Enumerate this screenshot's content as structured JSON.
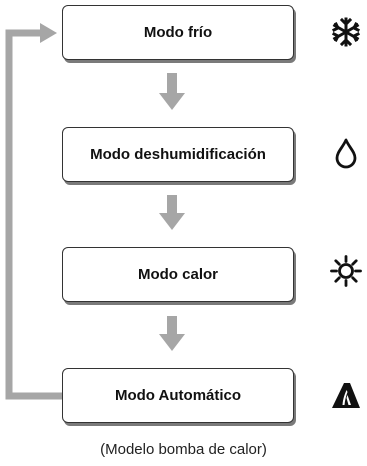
{
  "modes": [
    {
      "label": "Modo frío",
      "icon": "snowflake-icon"
    },
    {
      "label": "Modo deshumidificación",
      "icon": "water-drop-icon"
    },
    {
      "label": "Modo calor",
      "icon": "sun-icon"
    },
    {
      "label": "Modo Automático",
      "icon": "auto-mode-icon"
    }
  ],
  "caption": "(Modelo bomba de calor)",
  "colors": {
    "arrow": "#a6a6a6",
    "box_border": "#333333",
    "box_shadow": "#7a7a7a",
    "icon": "#111111"
  }
}
